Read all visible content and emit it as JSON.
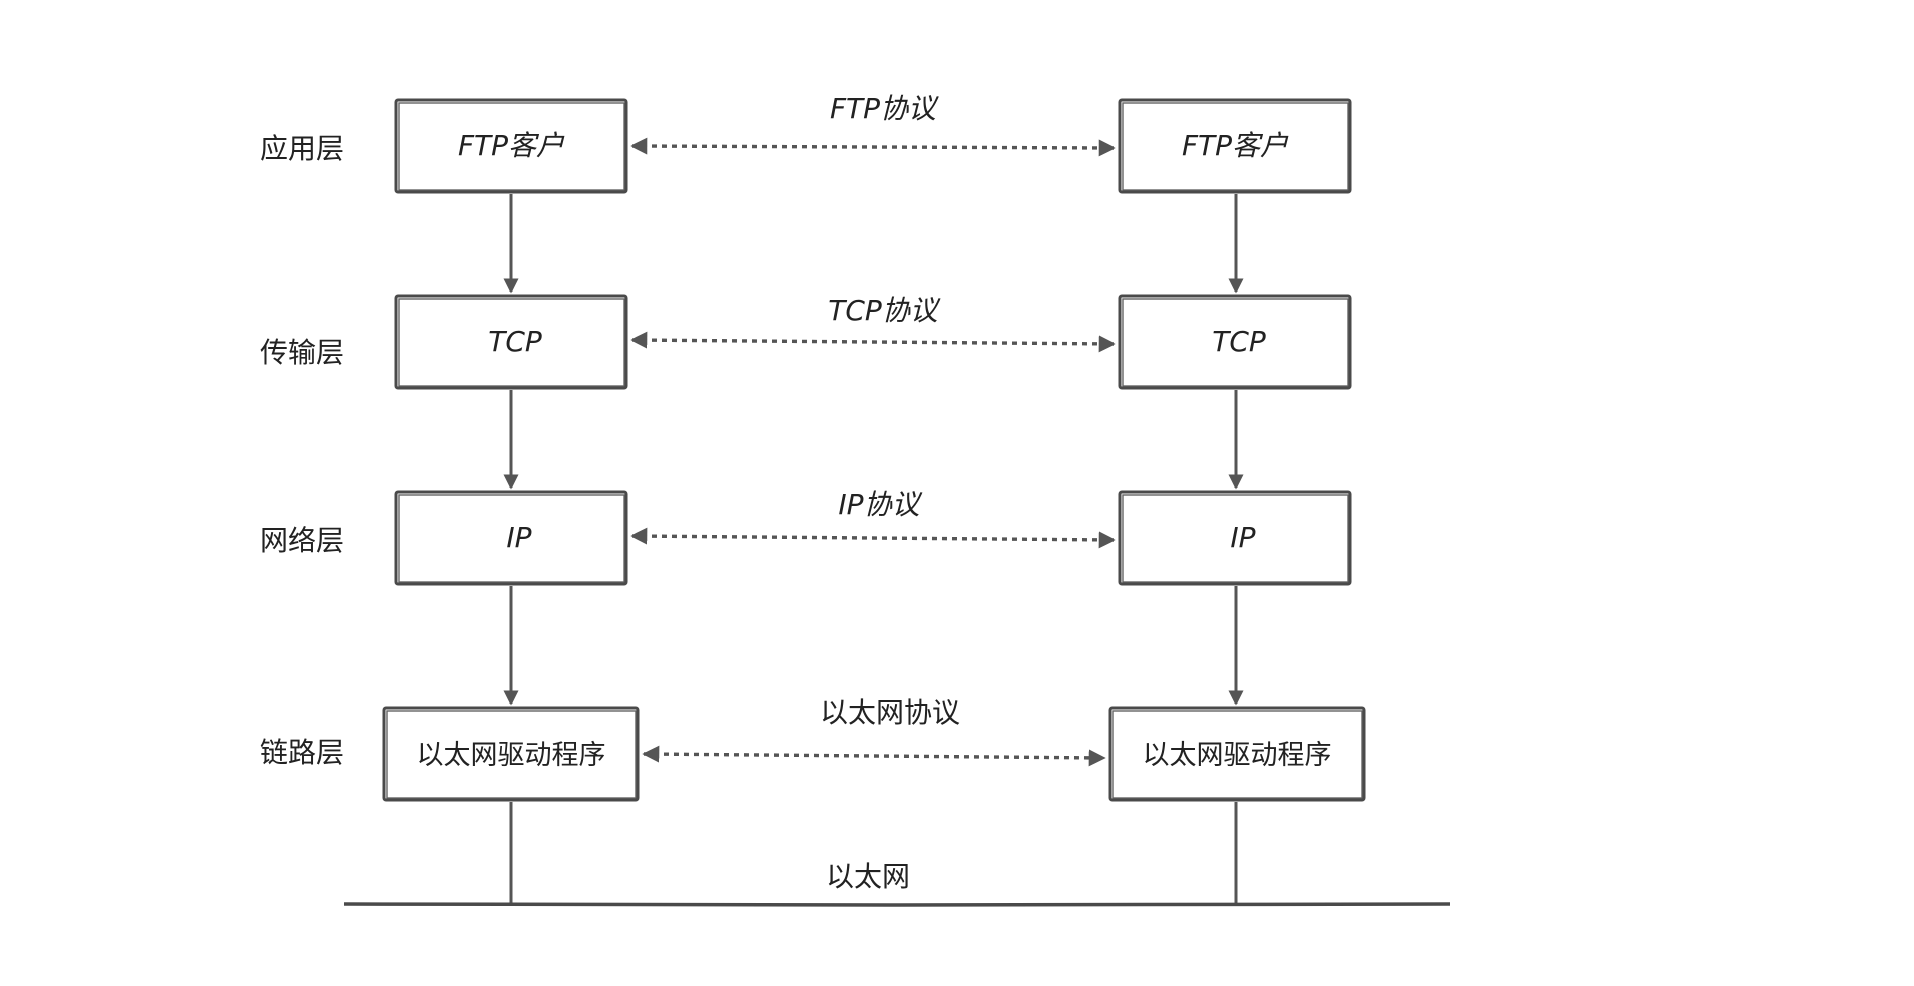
{
  "colors": {
    "stroke": "#4a4a4a",
    "arrow": "#555555",
    "text": "#222222",
    "background": "#ffffff"
  },
  "layers": [
    {
      "label": "应用层",
      "left_box": "FTP客户",
      "right_box": "FTP客户",
      "protocol": "FTP协议"
    },
    {
      "label": "传输层",
      "left_box": "TCP",
      "right_box": "TCP",
      "protocol": "TCP协议"
    },
    {
      "label": "网络层",
      "left_box": "IP",
      "right_box": "IP",
      "protocol": "IP协议"
    },
    {
      "label": "链路层",
      "left_box": "以太网驱动程序",
      "right_box": "以太网驱动程序",
      "protocol": "以太网协议"
    }
  ],
  "bus": {
    "label": "以太网"
  }
}
